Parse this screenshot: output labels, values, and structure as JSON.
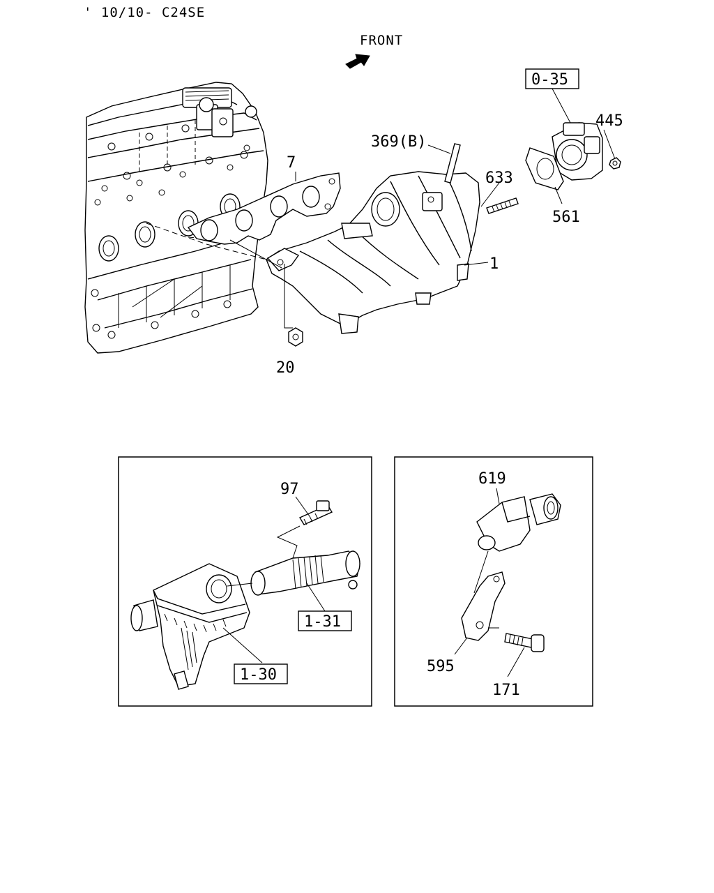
{
  "header": {
    "title": "' 10/10- C24SE"
  },
  "orientation": {
    "front_label": "FRONT"
  },
  "callouts": {
    "c_0_35": "0-35",
    "c_445": "445",
    "c_369b": "369(B)",
    "c_7": "7",
    "c_633": "633",
    "c_561": "561",
    "c_1": "1",
    "c_20": "20",
    "c_97": "97",
    "c_1_31": "1-31",
    "c_1_30": "1-30",
    "c_619": "619",
    "c_595": "595",
    "c_171": "171"
  },
  "icons": {
    "front_arrow": "arrow-up-right-icon"
  }
}
